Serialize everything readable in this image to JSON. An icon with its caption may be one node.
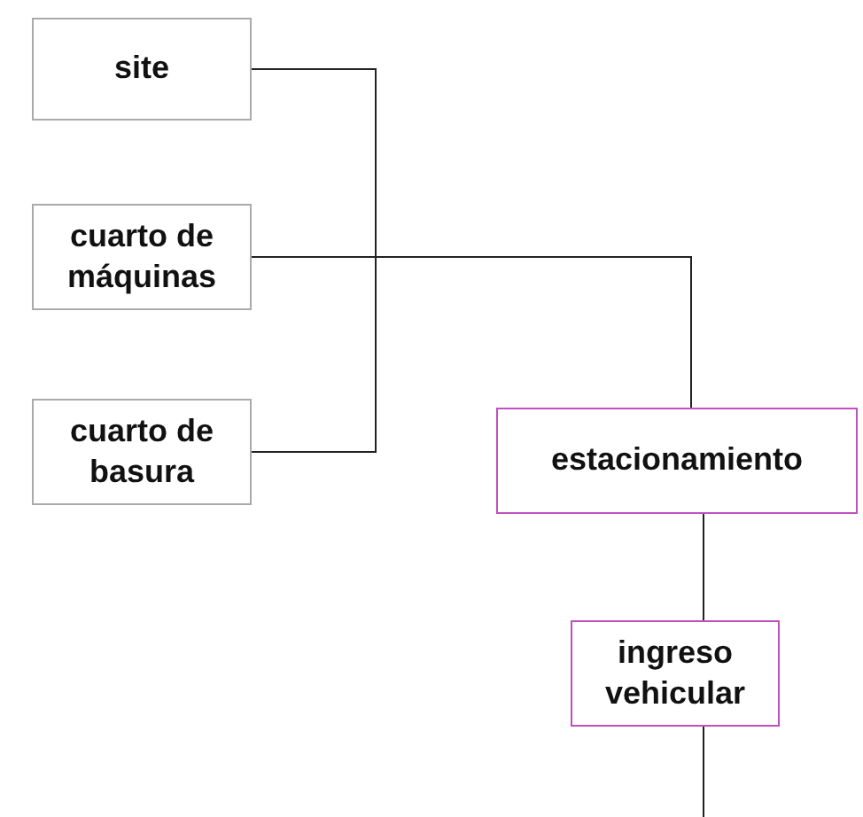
{
  "diagram": {
    "nodes": [
      {
        "text": [
          "site"
        ]
      },
      {
        "text": [
          "cuarto de máquinas"
        ]
      },
      {
        "text": [
          "cuarto de basura"
        ]
      },
      {
        "text": [
          "estacionamiento"
        ]
      },
      {
        "text": [
          "ingreso vehicular"
        ]
      }
    ],
    "edges": [
      {
        "from": 0,
        "to": 2,
        "arrow": "none"
      },
      {
        "from": 1,
        "to": 3,
        "arrow": "none"
      },
      {
        "from": 3,
        "to": 4,
        "arrow": "none"
      },
      {
        "from": 4,
        "to": null,
        "arrow": "none"
      }
    ]
  }
}
